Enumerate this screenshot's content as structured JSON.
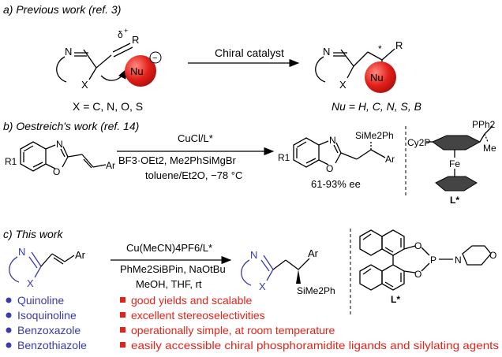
{
  "sections": {
    "a": {
      "heading": "a) Previous work (ref. 3)",
      "atoms": {
        "n": "N",
        "x": "X",
        "r": "R",
        "delta": "δ",
        "plus": "+",
        "nu": "Nu",
        "minus": "−",
        "star": "*"
      },
      "arrow_label": "Chiral catalyst",
      "x_caption": "X = C, N, O, S",
      "nu_caption": "Nu = H, C, N, S, B"
    },
    "b": {
      "heading": "b) Oestreich's work (ref. 14)",
      "cond_line1": "CuCl/L*",
      "cond_line2": "BF3·OEt2, Me2PhSiMgBr",
      "cond_line3": "toluene/Et2O, −78 °C",
      "atoms": {
        "n": "N",
        "o": "O",
        "r1": "R1",
        "ar": "Ar",
        "sime2ph": "SiMe2Ph"
      },
      "ee": "61-93% ee",
      "ligand": {
        "cy2p": "Cy2P",
        "pph2": "PPh2",
        "fe": "Fe",
        "me": "Me",
        "label": "L*"
      }
    },
    "c": {
      "heading": "c) This work",
      "cond_line1": "Cu(MeCN)4PF6/L*",
      "cond_line2": "PhMe2SiBPin, NaOtBu",
      "cond_line3": "MeOH, THF, rt",
      "atoms": {
        "n": "N",
        "x": "X",
        "ar": "Ar",
        "sime2ph": "SiMe2Ph"
      },
      "ligand": {
        "o1": "O",
        "o2": "O",
        "p": "P",
        "n": "N",
        "o3": "O",
        "label": "L*"
      },
      "heterocycles": [
        "Quinoline",
        "Isoquinoline",
        "Benzoxazole",
        "Benzothiazole"
      ],
      "features": [
        "good yields and scalable",
        "excellent stereoselectivities",
        "operationally simple, at room temperature",
        "easily accessible chiral phosphoramidite ligands and silylating agents"
      ]
    }
  },
  "colors": {
    "blue": "#3a3aa8",
    "red": "#e0241b",
    "nu_ball": "#e32019"
  }
}
